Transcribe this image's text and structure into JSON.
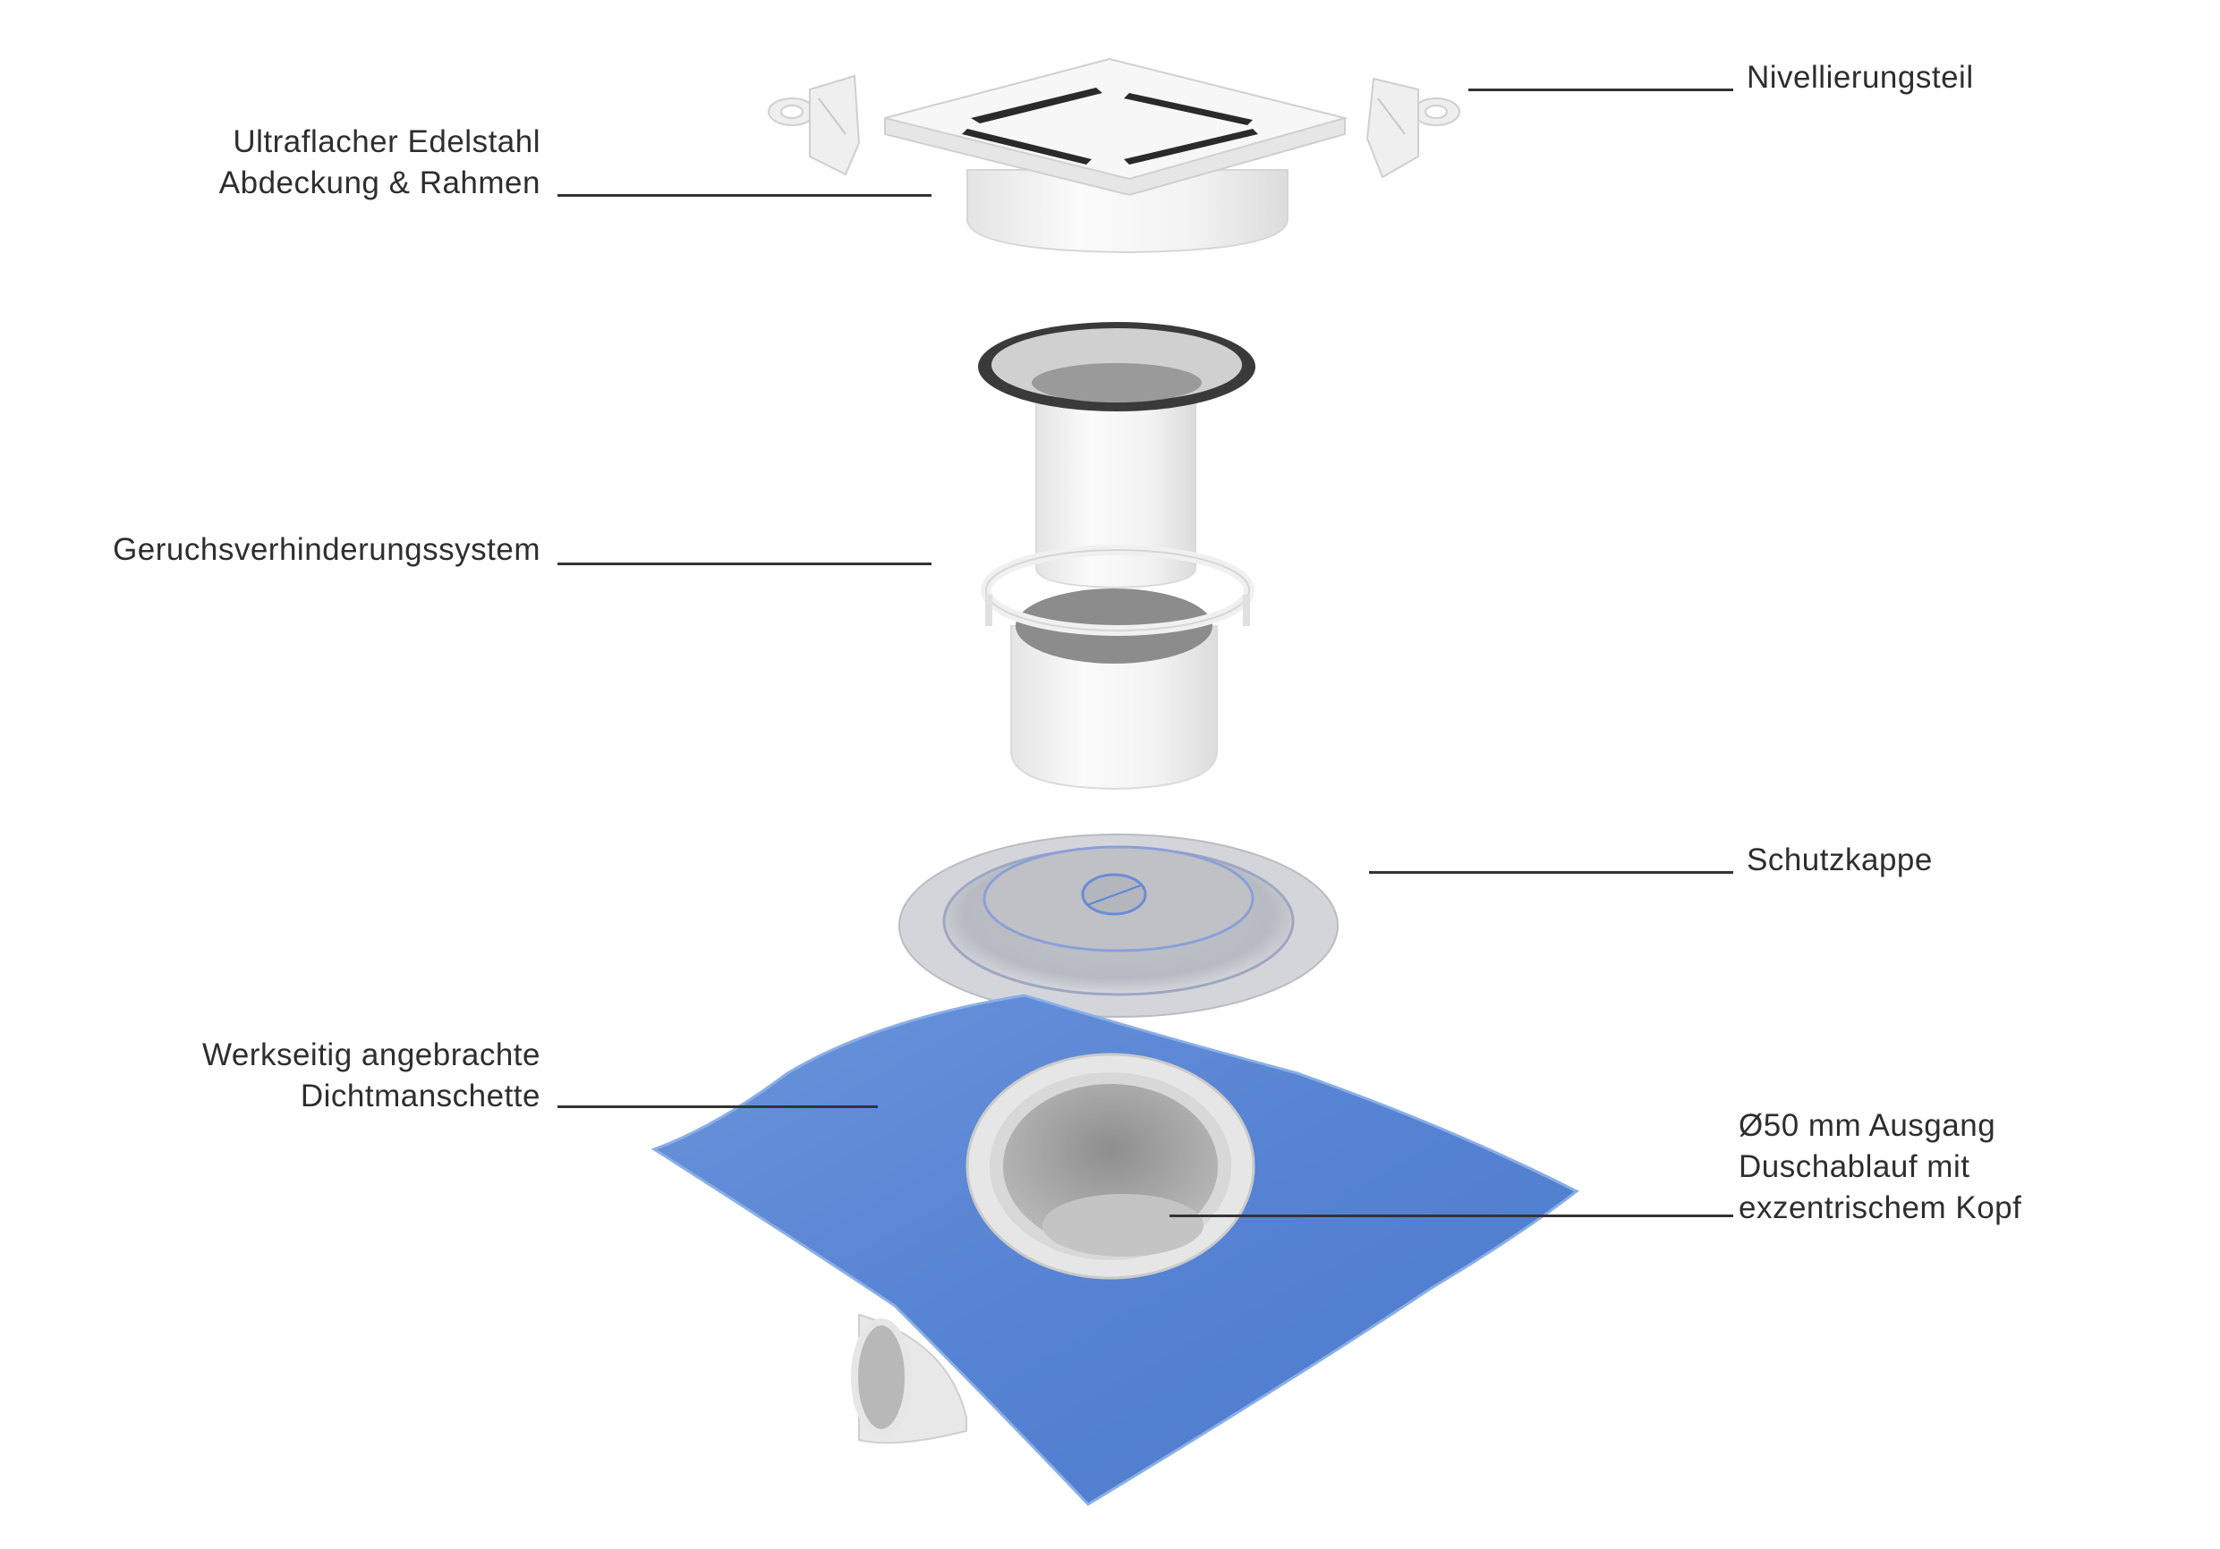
{
  "diagram": {
    "type": "exploded-view",
    "subject": "shower drain assembly",
    "colors": {
      "text": "#2e2e2e",
      "leader_line": "#333333",
      "membrane": "#5b88d6",
      "membrane_edge": "#8aaee6",
      "plastic": "#f2f2f2",
      "plastic_shadow": "#cfcfcf",
      "gasket": "#3a3a3a",
      "cap_clear": "#c9ccd3"
    },
    "labels": [
      {
        "id": "cover",
        "lines": [
          "Ultraflacher Edelstahl",
          "Abdeckung & Rahmen"
        ],
        "side": "left"
      },
      {
        "id": "leveling",
        "lines": [
          "Nivellierungsteil"
        ],
        "side": "right"
      },
      {
        "id": "odour",
        "lines": [
          "Geruchsverhinderungssystem"
        ],
        "side": "left"
      },
      {
        "id": "cap",
        "lines": [
          "Schutzkappe"
        ],
        "side": "right"
      },
      {
        "id": "membrane",
        "lines": [
          "Werkseitig angebrachte",
          "Dichtmanschette"
        ],
        "side": "left"
      },
      {
        "id": "outlet",
        "lines": [
          "Ø50 mm Ausgang",
          "Duschablauf mit",
          "exzentrischem Kopf"
        ],
        "side": "right"
      }
    ]
  }
}
